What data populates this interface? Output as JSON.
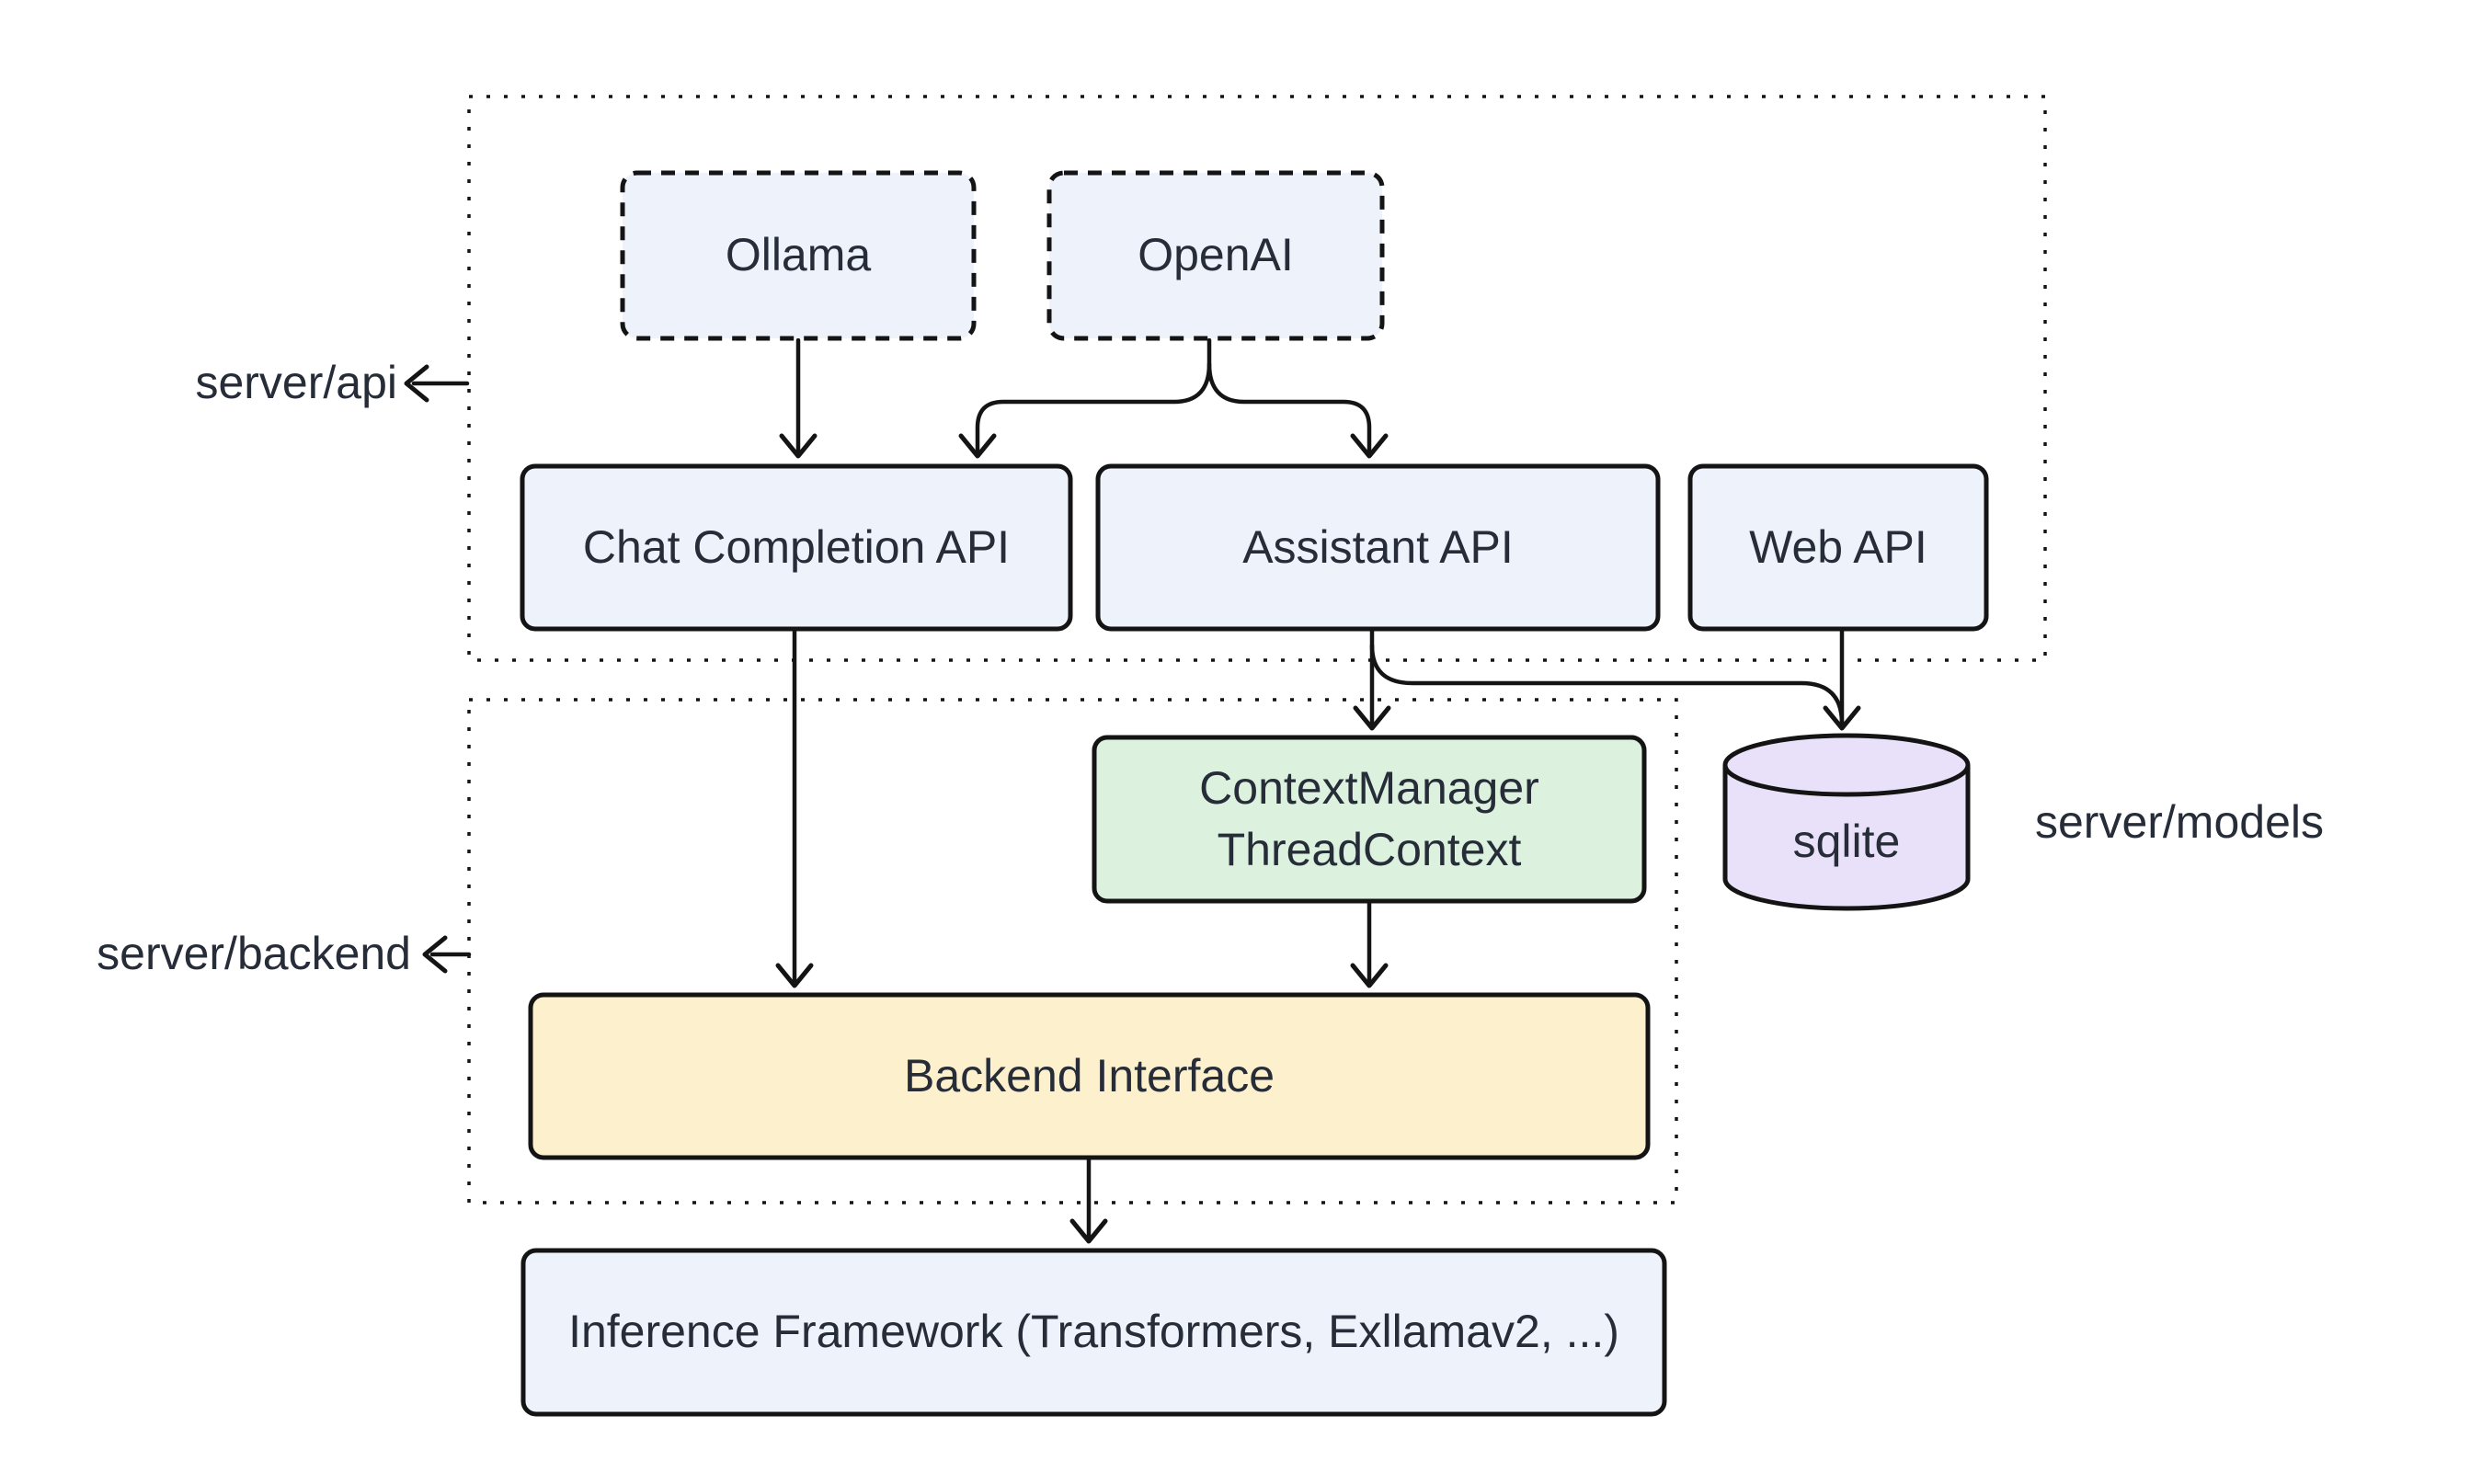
{
  "diagram": {
    "title": "",
    "groups": {
      "api": {
        "label": "server/api"
      },
      "backend": {
        "label": "server/backend"
      },
      "models": {
        "label": "server/models"
      }
    },
    "nodes": {
      "ollama": {
        "label": "Ollama"
      },
      "openai": {
        "label": "OpenAI"
      },
      "chat_api": {
        "label": "Chat Completion API"
      },
      "assistant_api": {
        "label": "Assistant API"
      },
      "web_api": {
        "label": "Web API"
      },
      "context_manager": {
        "line1": "ContextManager",
        "line2": "ThreadContext"
      },
      "sqlite": {
        "label": "sqlite"
      },
      "backend_interface": {
        "label": "Backend Interface"
      },
      "inference": {
        "label": "Inference Framework (Transformers, Exllamav2, ...)"
      }
    },
    "edges": [
      {
        "from": "Ollama",
        "to": "Chat Completion API"
      },
      {
        "from": "OpenAI",
        "to": "Chat Completion API"
      },
      {
        "from": "OpenAI",
        "to": "Assistant API"
      },
      {
        "from": "Chat Completion API",
        "to": "Backend Interface"
      },
      {
        "from": "Assistant API",
        "to": "ContextManager ThreadContext"
      },
      {
        "from": "Assistant API",
        "to": "sqlite"
      },
      {
        "from": "Web API",
        "to": "sqlite"
      },
      {
        "from": "ContextManager ThreadContext",
        "to": "Backend Interface"
      },
      {
        "from": "Backend Interface",
        "to": "Inference Framework (Transformers, Exllamav2, ...)"
      }
    ],
    "colors": {
      "node_blue": "#EEF2FB",
      "node_green": "#DCF2DF",
      "node_yellow": "#FCF0CD",
      "node_purple": "#E9E1F9",
      "border": "#141414",
      "text": "#262C38",
      "background": "#FFFFFF"
    }
  }
}
